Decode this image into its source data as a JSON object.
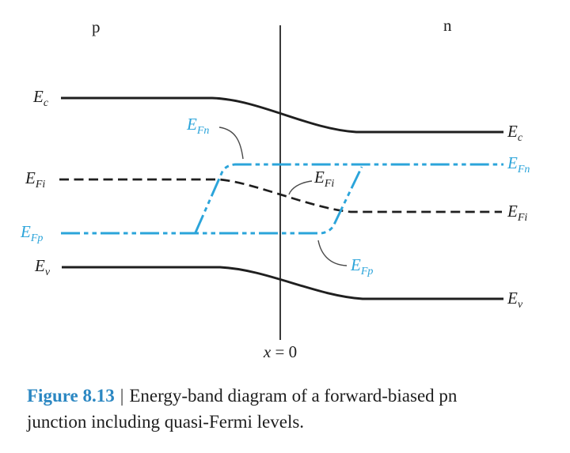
{
  "colors": {
    "band_line": "#1f1f1f",
    "quasi_fermi_blue": "#2ba4da",
    "callout_gray": "#4a4a4a",
    "axis_line": "#3a3a3a",
    "caption_blue": "#2b87c2",
    "text_black": "#1d1d1d",
    "background": "#ffffff"
  },
  "regions": {
    "p": "p",
    "n": "n"
  },
  "axis": {
    "x_var": "x",
    "x_rest": "= 0"
  },
  "labels": {
    "ec_left": {
      "base": "E",
      "sub": "c"
    },
    "ec_right": {
      "base": "E",
      "sub": "c"
    },
    "ev_left": {
      "base": "E",
      "sub": "v"
    },
    "ev_right": {
      "base": "E",
      "sub": "v"
    },
    "efi_left": {
      "base": "E",
      "sub": "Fi"
    },
    "efi_callout": {
      "base": "E",
      "sub": "Fi"
    },
    "efi_right": {
      "base": "E",
      "sub": "Fi"
    },
    "efn_callout": {
      "base": "E",
      "sub": "Fn"
    },
    "efn_right": {
      "base": "E",
      "sub": "Fn"
    },
    "efp_left": {
      "base": "E",
      "sub": "Fp"
    },
    "efp_callout": {
      "base": "E",
      "sub": "Fp"
    }
  },
  "caption": {
    "figure_label": "Figure 8.13",
    "separator": "|",
    "text": "Energy-band diagram of a forward-biased pn junction including quasi-Fermi levels."
  }
}
